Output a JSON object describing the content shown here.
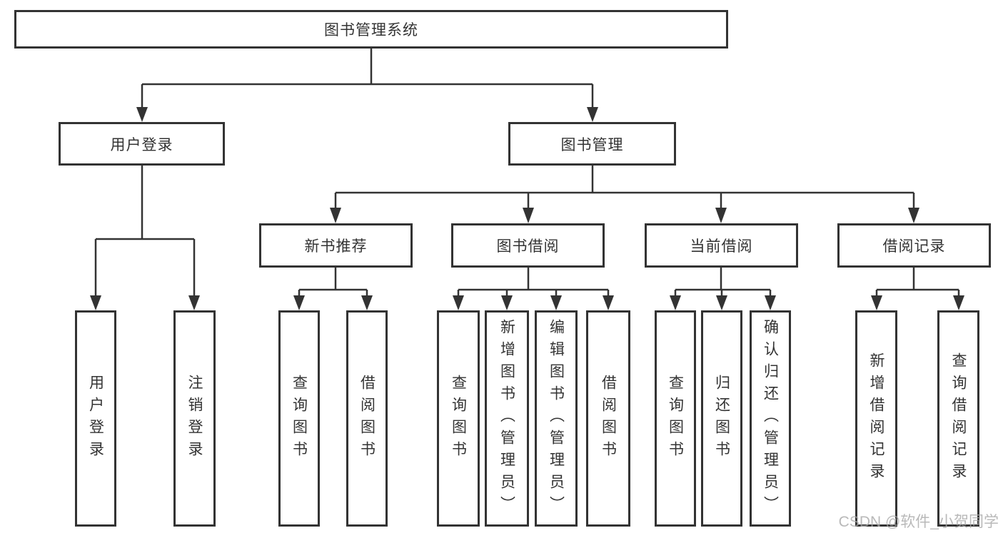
{
  "diagram": {
    "root": "图书管理系统",
    "branches": [
      {
        "label": "用户登录",
        "children": [
          "用户登录",
          "注销登录"
        ]
      },
      {
        "label": "图书管理",
        "groups": [
          {
            "label": "新书推荐",
            "children": [
              "查询图书",
              "借阅图书"
            ]
          },
          {
            "label": "图书借阅",
            "children": [
              "查询图书",
              "新增图书（管理员）",
              "编辑图书（管理员）",
              "借阅图书"
            ]
          },
          {
            "label": "当前借阅",
            "children": [
              "查询图书",
              "归还图书",
              "确认归还（管理员）"
            ]
          },
          {
            "label": "借阅记录",
            "children": [
              "新增借阅记录",
              "查询借阅记录"
            ]
          }
        ]
      }
    ]
  },
  "watermark": "CSDN @软件_小贺同学",
  "colors": {
    "line": "#333333",
    "text": "#333333",
    "box_fill": "#ffffff",
    "background": "#ffffff",
    "watermark": "#a8a8a8"
  }
}
